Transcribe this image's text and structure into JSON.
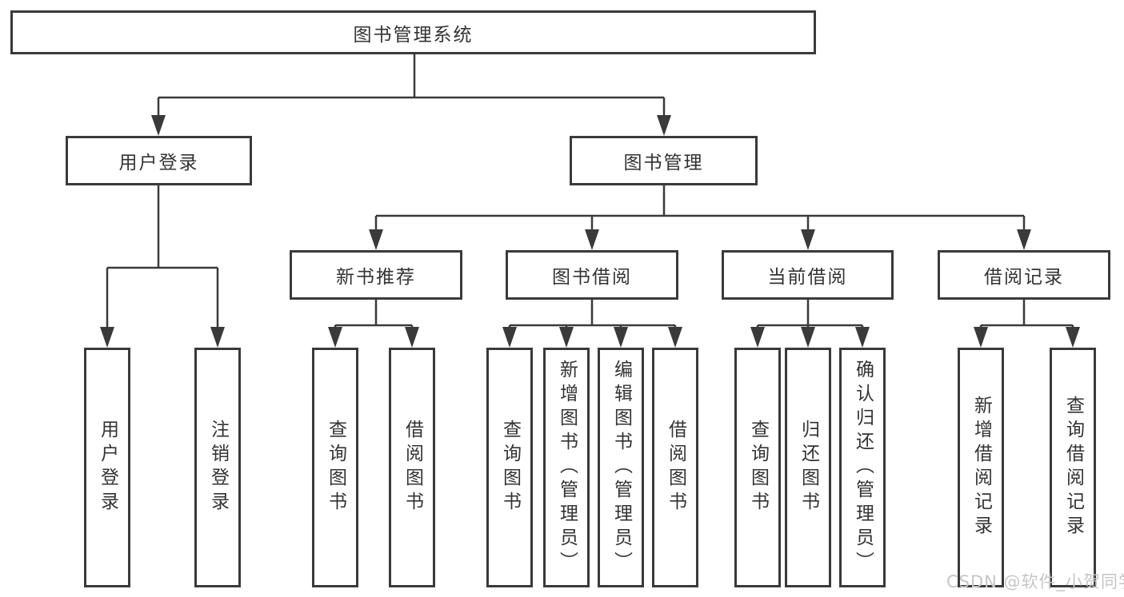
{
  "tree": {
    "label": "图书管理系统",
    "children": [
      {
        "label": "用户登录",
        "children": [
          {
            "label": "用户登录"
          },
          {
            "label": "注销登录"
          }
        ]
      },
      {
        "label": "图书管理",
        "children": [
          {
            "label": "新书推荐",
            "children": [
              {
                "label": "查询图书"
              },
              {
                "label": "借阅图书"
              }
            ]
          },
          {
            "label": "图书借阅",
            "children": [
              {
                "label": "查询图书"
              },
              {
                "label": "新增图书（管理员）"
              },
              {
                "label": "编辑图书（管理员）"
              },
              {
                "label": "借阅图书"
              }
            ]
          },
          {
            "label": "当前借阅",
            "children": [
              {
                "label": "查询图书"
              },
              {
                "label": "归还图书"
              },
              {
                "label": "确认归还（管理员）"
              }
            ]
          },
          {
            "label": "借阅记录",
            "children": [
              {
                "label": "新增借阅记录"
              },
              {
                "label": "查询借阅记录"
              }
            ]
          }
        ]
      }
    ]
  },
  "watermark": {
    "text": "CSDN @软件_小贺同学"
  },
  "colors": {
    "line": "#3a3a3a",
    "text": "#333333",
    "watermark": "#c6c6c6",
    "background": "#ffffff"
  }
}
